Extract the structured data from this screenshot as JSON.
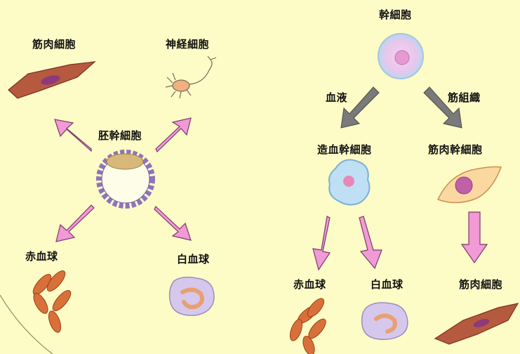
{
  "left_panel": {
    "center_label": "胚幹細胞",
    "muscle_label": "筋肉細胞",
    "nerve_label": "神経細胞",
    "red_blood_label": "赤血球",
    "white_blood_label": "白血球"
  },
  "right_panel": {
    "top_label": "幹細胞",
    "blood_branch_label": "血液",
    "muscle_branch_label": "筋組織",
    "hematopoietic_label": "造血幹細胞",
    "muscle_stem_label": "筋肉幹細胞",
    "red_blood_label": "赤血球",
    "white_blood_label": "白血球",
    "muscle_cell_label": "筋肉細胞"
  },
  "colors": {
    "background": "#fdfbc6",
    "pink_arrow": "#f19ad6",
    "gray_arrow": "#7a7a7a"
  }
}
